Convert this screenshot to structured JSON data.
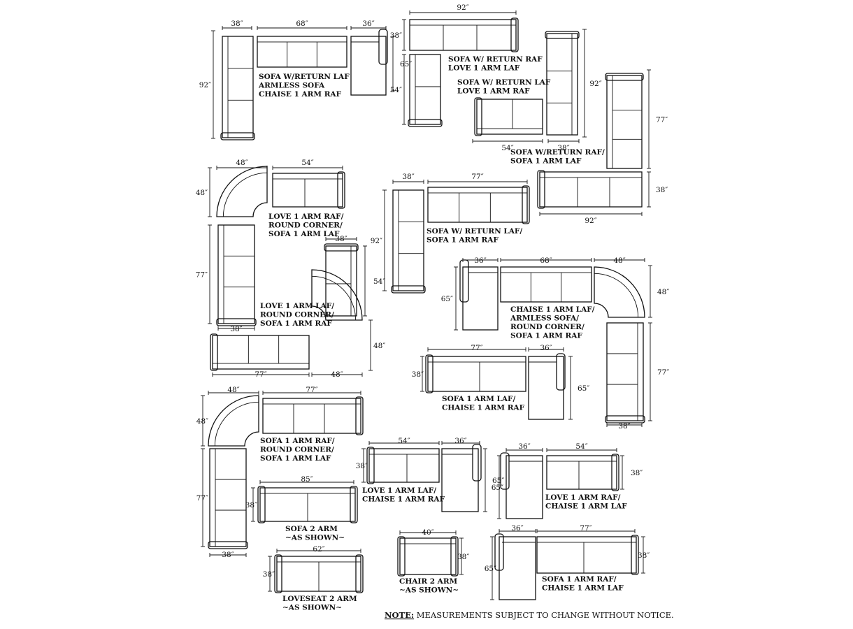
{
  "title": "",
  "configs": [
    {
      "id": "c1",
      "lines": [
        "SOFA W/RETURN LAF",
        "ARMLESS SOFA",
        "CHAISE 1 ARM RAF"
      ],
      "dims": [
        "38″",
        "68″",
        "36″",
        "92″",
        "65″"
      ]
    },
    {
      "id": "c2",
      "lines": [
        "SOFA W/ RETURN RAF",
        "LOVE 1 ARM LAF"
      ],
      "dims": [
        "92″",
        "38″",
        "54″"
      ]
    },
    {
      "id": "c3",
      "lines": [
        "SOFA  W/  RETURN LAF",
        "LOVE 1 ARM  RAF"
      ],
      "dims": [
        "92″",
        "54″",
        "38″"
      ]
    },
    {
      "id": "c4",
      "lines": [
        "SOFA W/RETURN RAF/",
        "SOFA 1 ARM LAF"
      ],
      "dims": [
        "77″",
        "38″",
        "92″"
      ]
    },
    {
      "id": "c5",
      "lines": [
        "LOVE 1 ARM RAF/",
        "ROUND CORNER/",
        "SOFA 1 ARM LAF"
      ],
      "dims": [
        "48″",
        "54″",
        "48″",
        "77″",
        "38″"
      ]
    },
    {
      "id": "c6",
      "lines": [
        "SOFA W/ RETURN LAF/",
        "SOFA 1 ARM RAF"
      ],
      "dims": [
        "38″",
        "77″",
        "92″"
      ]
    },
    {
      "id": "c7",
      "lines": [
        "LOVE 1 ARM LAF/",
        "ROUND CORNER/",
        "SOFA 1 ARM RAF"
      ],
      "dims": [
        "38″",
        "54″",
        "48″",
        "77″",
        "48″"
      ]
    },
    {
      "id": "c8",
      "lines": [
        "CHAISE 1 ARM LAF/",
        "ARMLESS SOFA/",
        "ROUND CORNER/",
        "SOFA 1 ARM RAF"
      ],
      "dims": [
        "36″",
        "68″",
        "48″",
        "65″",
        "48″",
        "77″",
        "38″"
      ]
    },
    {
      "id": "c9",
      "lines": [
        "SOFA 1 ARM LAF/",
        "CHAISE 1 ARM RAF"
      ],
      "dims": [
        "77″",
        "36″",
        "38″",
        "65″"
      ]
    },
    {
      "id": "c10",
      "lines": [
        "SOFA 1 ARM RAF/",
        "ROUND CORNER/",
        "SOFA 1 ARM LAF"
      ],
      "dims": [
        "48″",
        "77″",
        "48″",
        "77″",
        "38″"
      ]
    },
    {
      "id": "c11",
      "lines": [
        "LOVE 1 ARM LAF/",
        "CHAISE 1 ARM RAF"
      ],
      "dims": [
        "54″",
        "36″",
        "38″",
        "65″"
      ]
    },
    {
      "id": "c12",
      "lines": [
        "LOVE 1 ARM RAF/",
        "CHAISE 1 ARM LAF"
      ],
      "dims": [
        "36″",
        "54″",
        "65″",
        "38″"
      ]
    },
    {
      "id": "c13",
      "lines": [
        "SOFA 2 ARM",
        "~AS SHOWN~"
      ],
      "dims": [
        "85″",
        "38″"
      ]
    },
    {
      "id": "c14",
      "lines": [
        "LOVESEAT 2 ARM",
        "~AS SHOWN~"
      ],
      "dims": [
        "62″",
        "38″"
      ]
    },
    {
      "id": "c15",
      "lines": [
        "CHAIR 2 ARM",
        "~AS SHOWN~"
      ],
      "dims": [
        "40″",
        "38″"
      ]
    },
    {
      "id": "c16",
      "lines": [
        "SOFA 1 ARM RAF/",
        "CHAISE 1 ARM LAF"
      ],
      "dims": [
        "36″",
        "77″",
        "38″",
        "65″"
      ]
    }
  ],
  "note": {
    "label": "NOTE:",
    "text": " MEASUREMENTS SUBJECT TO CHANGE WITHOUT NOTICE."
  }
}
